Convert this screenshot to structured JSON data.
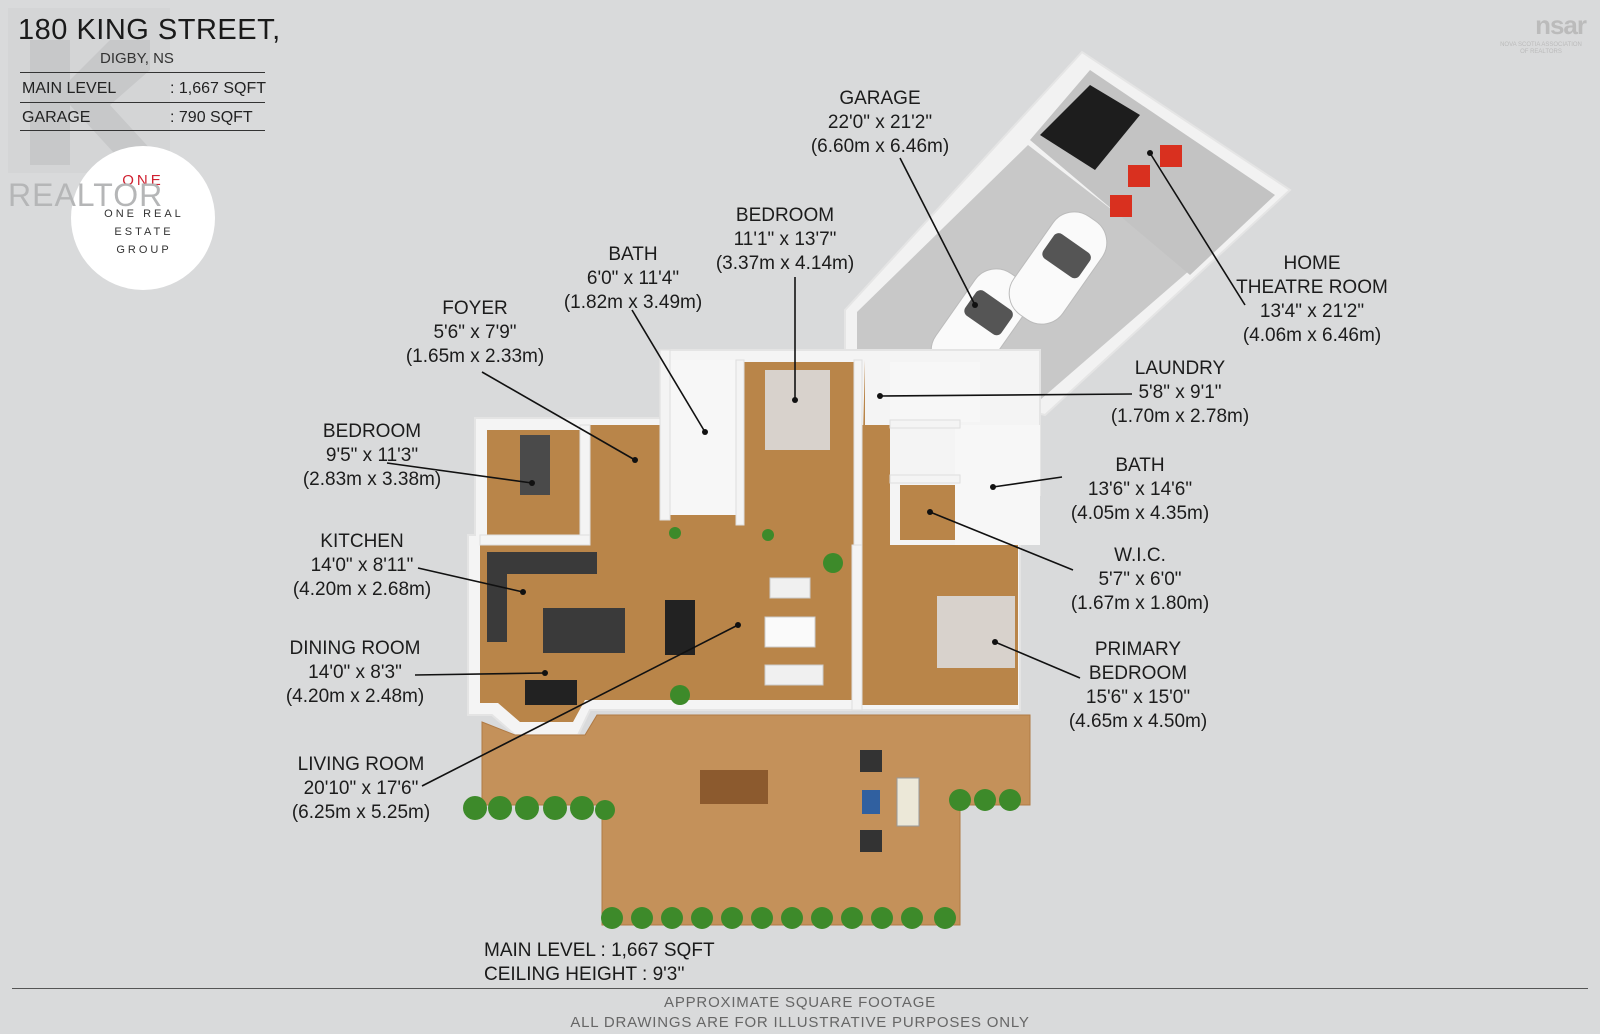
{
  "header": {
    "title": "180 KING STREET,",
    "subtitle": "DIGBY, NS",
    "rows": [
      {
        "label": "MAIN LEVEL",
        "value": ": 1,667 SQFT"
      },
      {
        "label": "GARAGE",
        "value": ": 790 SQFT"
      }
    ]
  },
  "logos": {
    "realtor": "REALTOR",
    "one_real_estate": "ONE REAL ESTATE GROUP",
    "nsar": "nsar",
    "nsar_sub": "NOVA SCOTIA ASSOCIATION OF REALTORS"
  },
  "rooms": [
    {
      "id": "garage",
      "lines": [
        "GARAGE",
        "22'0\" x 21'2\"",
        "(6.60m x 6.46m)"
      ]
    },
    {
      "id": "bedroom2",
      "lines": [
        "BEDROOM",
        "11'1\" x 13'7\"",
        "(3.37m x 4.14m)"
      ]
    },
    {
      "id": "bath1",
      "lines": [
        "BATH",
        "6'0\" x 11'4\"",
        "(1.82m x 3.49m)"
      ]
    },
    {
      "id": "foyer",
      "lines": [
        "FOYER",
        "5'6\" x 7'9\"",
        "(1.65m x 2.33m)"
      ]
    },
    {
      "id": "bedroom1",
      "lines": [
        "BEDROOM",
        "9'5\" x 11'3\"",
        "(2.83m x 3.38m)"
      ]
    },
    {
      "id": "kitchen",
      "lines": [
        "KITCHEN",
        "14'0\" x 8'11\"",
        "(4.20m x 2.68m)"
      ]
    },
    {
      "id": "dining",
      "lines": [
        "DINING ROOM",
        "14'0\" x 8'3\"",
        "(4.20m x 2.48m)"
      ]
    },
    {
      "id": "living",
      "lines": [
        "LIVING ROOM",
        "20'10\" x 17'6\"",
        "(6.25m x 5.25m)"
      ]
    },
    {
      "id": "theatre",
      "lines": [
        "HOME",
        "THEATRE ROOM",
        "13'4\" x 21'2\"",
        "(4.06m x 6.46m)"
      ]
    },
    {
      "id": "laundry",
      "lines": [
        "LAUNDRY",
        "5'8\" x 9'1\"",
        "(1.70m x 2.78m)"
      ]
    },
    {
      "id": "bath2",
      "lines": [
        "BATH",
        "13'6\" x 14'6\"",
        "(4.05m x 4.35m)"
      ]
    },
    {
      "id": "wic",
      "lines": [
        "W.I.C.",
        "5'7\" x 6'0\"",
        "(1.67m x 1.80m)"
      ]
    },
    {
      "id": "primary",
      "lines": [
        "PRIMARY",
        "BEDROOM",
        "15'6\" x 15'0\"",
        "(4.65m x 4.50m)"
      ]
    }
  ],
  "footer": {
    "main_level": "MAIN LEVEL : 1,667 SQFT",
    "ceiling": "CEILING HEIGHT : 9'3''",
    "disclaimer1": "APPROXIMATE SQUARE FOOTAGE",
    "disclaimer2": "ALL DRAWINGS ARE FOR ILLUSTRATIVE PURPOSES ONLY"
  },
  "colors": {
    "floor": "#b98549",
    "deck": "#c4915a",
    "garage_floor": "#c9c9c9",
    "wall": "#f4f4f4",
    "door": "#c0522a",
    "background": "#d9dadb"
  }
}
